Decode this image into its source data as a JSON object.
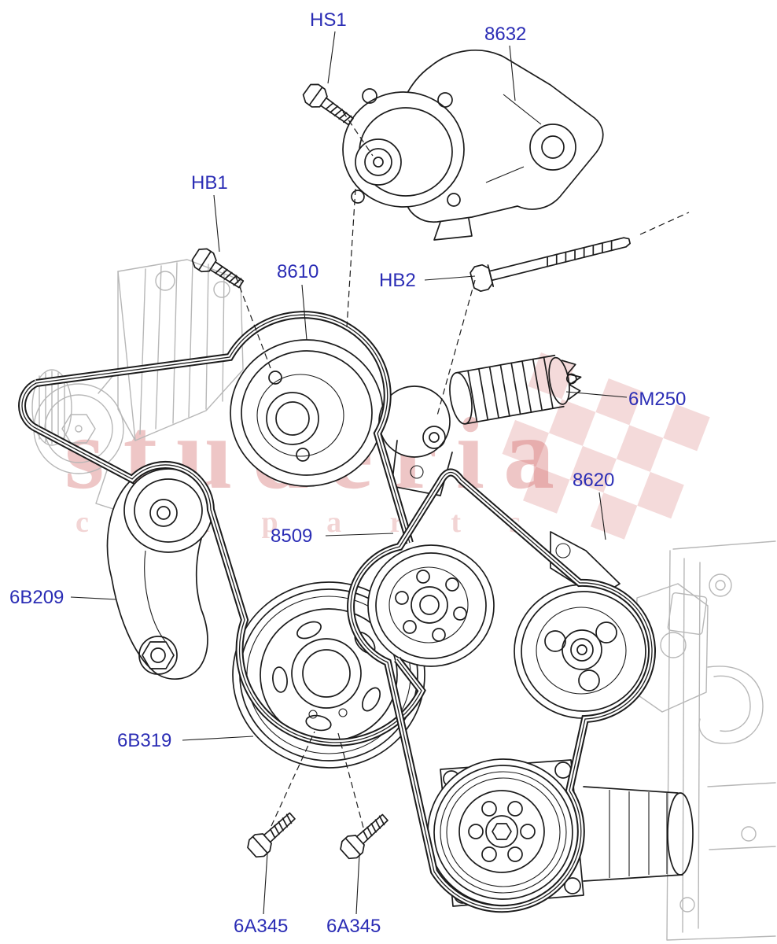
{
  "diagram": {
    "type": "exploded-parts-diagram",
    "labels": [
      {
        "id": "HS1",
        "text": "HS1"
      },
      {
        "id": "8632",
        "text": "8632"
      },
      {
        "id": "HB1",
        "text": "HB1"
      },
      {
        "id": "8610",
        "text": "8610"
      },
      {
        "id": "HB2",
        "text": "HB2"
      },
      {
        "id": "6M250",
        "text": "6M250"
      },
      {
        "id": "8620",
        "text": "8620"
      },
      {
        "id": "8509",
        "text": "8509"
      },
      {
        "id": "6B209",
        "text": "6B209"
      },
      {
        "id": "6B319",
        "text": "6B319"
      },
      {
        "id": "6A345-left",
        "text": "6A345"
      },
      {
        "id": "6A345-right",
        "text": "6A345"
      }
    ]
  },
  "watermark": {
    "brand": "studeria",
    "tagline": "c a r p a r t s"
  },
  "colors": {
    "label": "#2b2db5",
    "line": "#1c1c1c",
    "context": "#b7b7b7",
    "watermark": "#cc5858",
    "background": "#ffffff"
  }
}
